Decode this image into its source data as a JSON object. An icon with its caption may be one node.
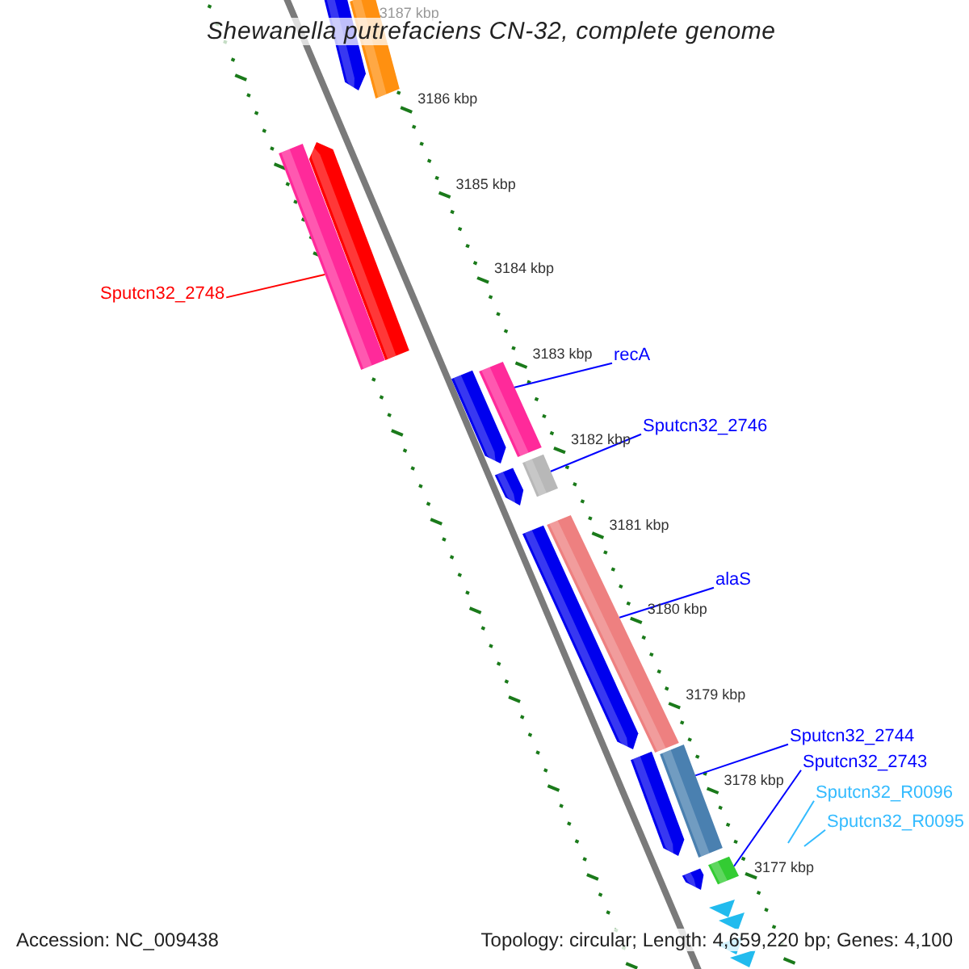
{
  "diagram": {
    "title": "Shewanella putrefaciens CN-32, complete genome",
    "nodes": [
      {
        "text": [
          "Sputcn32_2748"
        ]
      },
      {
        "text": [],
        "shape": "bar"
      },
      {
        "text": [
          "recA"
        ]
      },
      {
        "text": [],
        "shape": "bar"
      },
      {
        "text": [
          "Sputcn32_2746"
        ]
      },
      {
        "text": [],
        "shape": "bar"
      },
      {
        "text": [
          "alaS"
        ]
      },
      {
        "text": [],
        "shape": "bar"
      },
      {
        "text": [
          "Sputcn32_2744"
        ]
      },
      {
        "text": [],
        "shape": "bar"
      },
      {
        "text": [
          "Sputcn32_2743"
        ]
      },
      {
        "text": [],
        "shape": "bar"
      },
      {
        "text": [
          "Sputcn32_R0096"
        ]
      },
      {
        "text": [
          "Sputcn32_R0095"
        ]
      }
    ],
    "edges": [
      {
        "from": 0,
        "to": 1,
        "arrow": "none",
        "color": "#ff0000"
      },
      {
        "from": 2,
        "to": 3,
        "arrow": "none"
      },
      {
        "from": 4,
        "to": 5,
        "arrow": "none"
      },
      {
        "from": 6,
        "to": 7,
        "arrow": "none"
      },
      {
        "from": 8,
        "to": 9,
        "arrow": "none"
      },
      {
        "from": 10,
        "to": 11,
        "arrow": "none"
      },
      {
        "from": 12,
        "to": null,
        "arrow": "none",
        "color": "#33bbff"
      },
      {
        "from": 13,
        "to": null,
        "arrow": "none",
        "color": "#33bbff"
      }
    ],
    "labels": [
      "3187 kbp",
      "3186 kbp",
      "3185 kbp",
      "3184 kbp",
      "3183 kbp",
      "3182 kbp",
      "3181 kbp",
      "3180 kbp",
      "3179 kbp",
      "3178 kbp",
      "3177 kbp",
      "Accession: NC_009438",
      "Topology: circular; Length: 4,659,220 bp; Genes: 4,100"
    ]
  }
}
